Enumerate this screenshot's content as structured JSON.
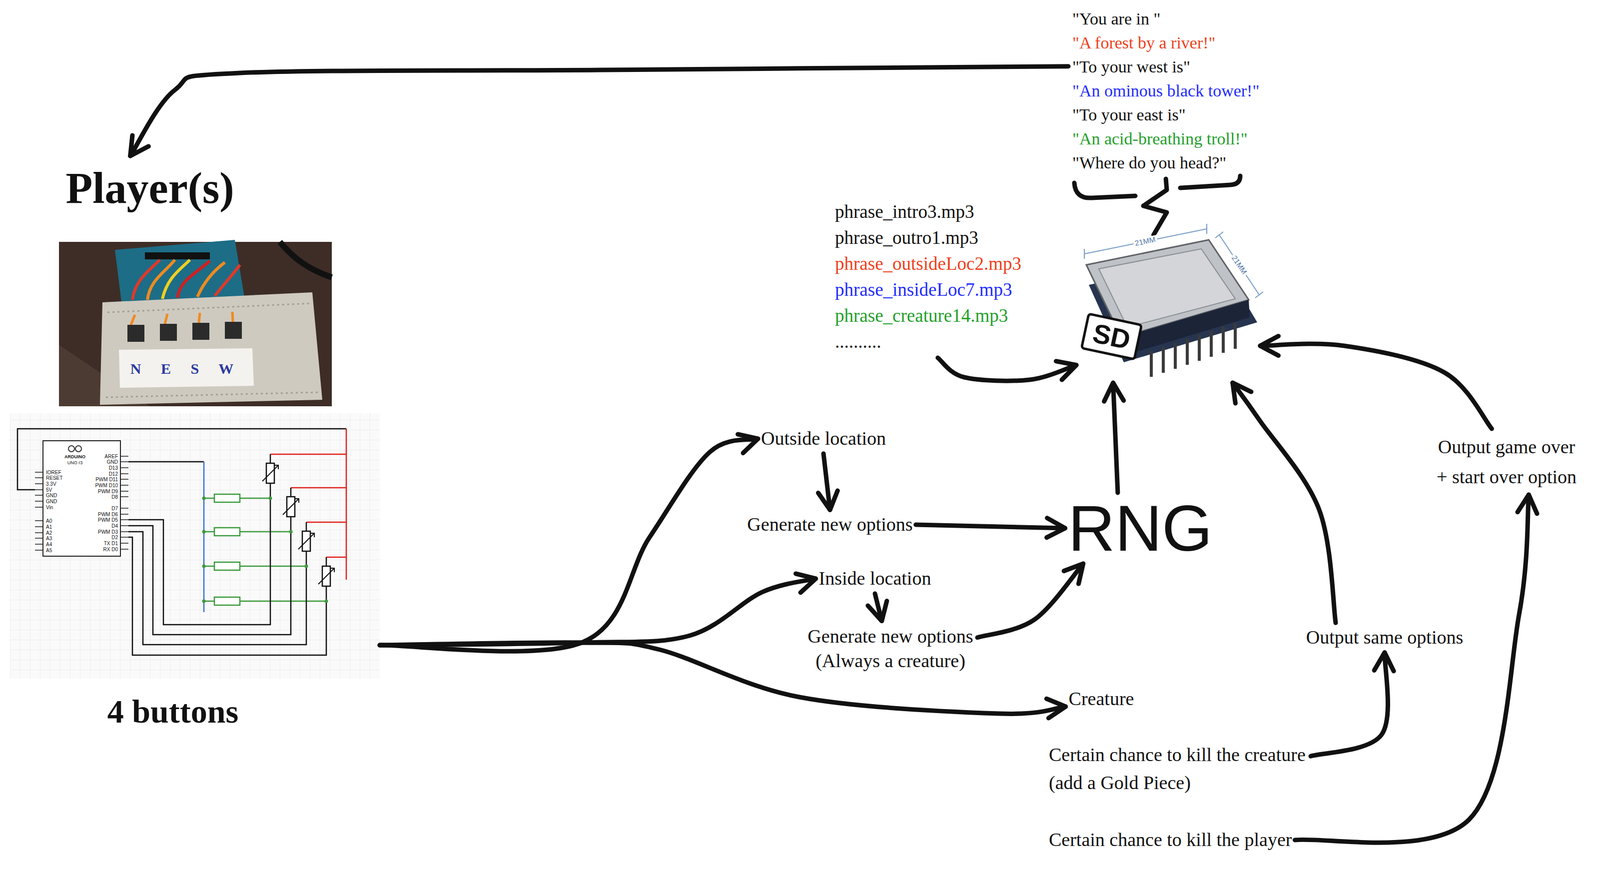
{
  "diagram": {
    "nodes": [
      {
        "text": [
          "Player(s)"
        ]
      },
      {
        "text": [
          "4 buttons"
        ]
      },
      {
        "text": [
          "Outside location"
        ]
      },
      {
        "text": [
          "Generate new options"
        ]
      },
      {
        "text": [
          "Inside location"
        ]
      },
      {
        "text": [
          "Generate new options (Always a creature)"
        ]
      },
      {
        "text": [
          "RNG"
        ]
      },
      {
        "text": [
          "SD"
        ]
      },
      {
        "text": [
          "\"You are in \"",
          "\"A forest by a river!\"",
          "\"To your west is\"",
          "\"An ominous black tower!\"",
          "\"To your east is\"",
          "\"An acid-breathing troll!\"",
          "\"Where do you head?\""
        ]
      },
      {
        "text": [
          "phrase_intro3.mp3",
          "phrase_outro1.mp3",
          "phrase_outsideLoc2.mp3",
          "phrase_insideLoc7.mp3",
          "phrase_creature14.mp3",
          ".........."
        ]
      },
      {
        "text": [
          "Creature"
        ]
      },
      {
        "text": [
          "Certain chance to kill the creature (add a Gold Piece)"
        ]
      },
      {
        "text": [
          "Certain chance to kill the player"
        ]
      },
      {
        "text": [
          "Output same options"
        ]
      },
      {
        "text": [
          "Output game over + start over option"
        ]
      }
    ],
    "edges": [
      {
        "from": 8,
        "to": 0,
        "arrow": "to"
      },
      {
        "from": 1,
        "to": 2,
        "arrow": "to"
      },
      {
        "from": 1,
        "to": 4,
        "arrow": "to"
      },
      {
        "from": 1,
        "to": 10,
        "arrow": "to"
      },
      {
        "from": 2,
        "to": 3,
        "arrow": "to"
      },
      {
        "from": 4,
        "to": 5,
        "arrow": "to"
      },
      {
        "from": 3,
        "to": 6,
        "arrow": "to"
      },
      {
        "from": 5,
        "to": 6,
        "arrow": "to"
      },
      {
        "from": 6,
        "to": 7,
        "arrow": "to"
      },
      {
        "from": 9,
        "to": 7,
        "arrow": "to"
      },
      {
        "from": 7,
        "to": 8,
        "arrow": "none"
      },
      {
        "from": 11,
        "to": 13,
        "arrow": "to"
      },
      {
        "from": 13,
        "to": 7,
        "arrow": "to"
      },
      {
        "from": 12,
        "to": 14,
        "arrow": "to"
      },
      {
        "from": 14,
        "to": 7,
        "arrow": "to"
      }
    ],
    "labels": [
      "N E S W",
      "21MM",
      "21MM",
      "ARDUINO",
      "UNO r3",
      "AREF",
      "GND",
      "D13",
      "D12",
      "PWM D11",
      "PWM D10",
      "PWM D9",
      "D8",
      "D7",
      "PWM D6",
      "PWM D5",
      "D4",
      "PWM D3",
      "D2",
      "TX D1",
      "RX D0",
      "IOREF",
      "RESET",
      "3.3V",
      "5V",
      "GND",
      "GND",
      "Vin",
      "A0",
      "A1",
      "A2",
      "A3",
      "A4",
      "A5"
    ]
  }
}
